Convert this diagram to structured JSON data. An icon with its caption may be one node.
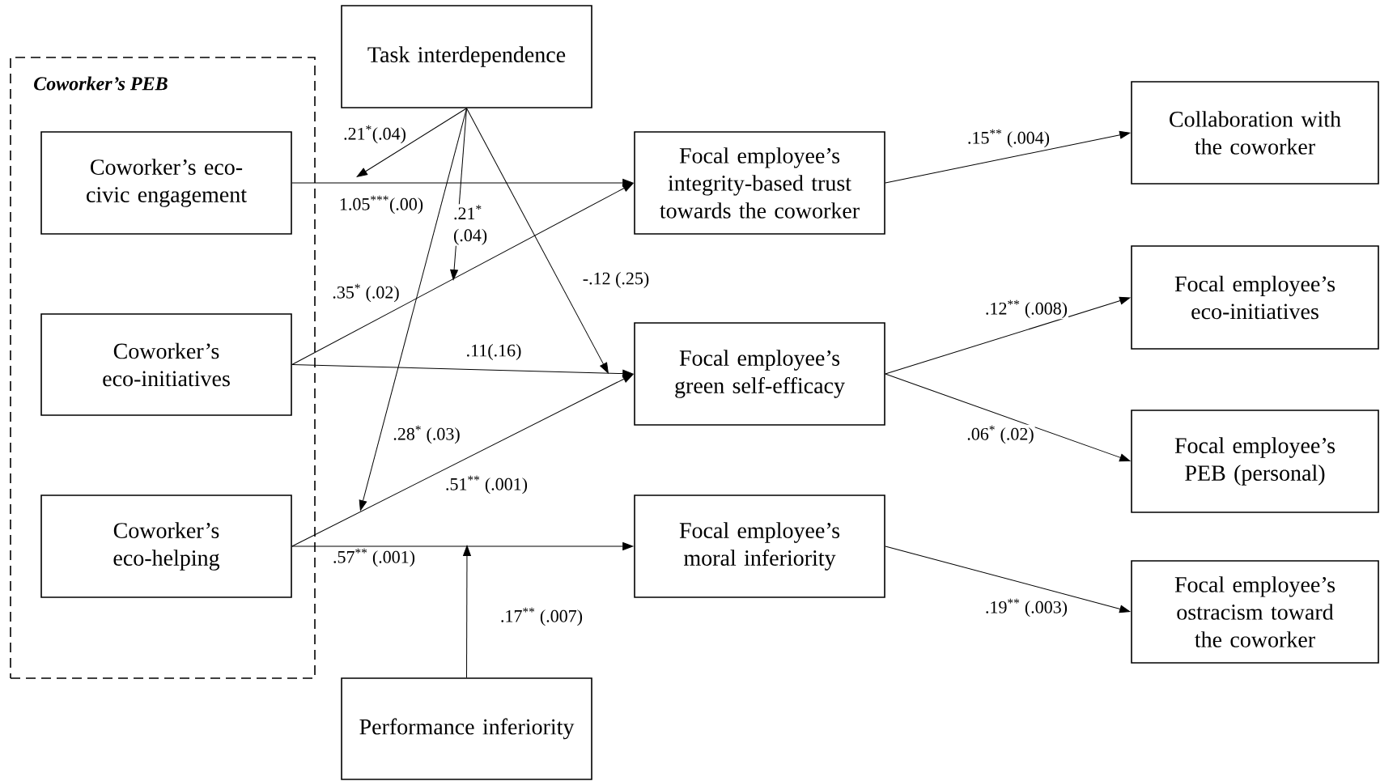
{
  "diagram": {
    "nodes": [
      {
        "text": [
          "Coworker’s PEB"
        ]
      },
      {
        "text": [
          "Task interdependence"
        ]
      },
      {
        "text": [
          "Coworker’s eco-civic engagement"
        ],
        "in": 0
      },
      {
        "text": [
          "Coworker’s eco-initiatives"
        ],
        "in": 0
      },
      {
        "text": [
          "Coworker’s eco-helping"
        ],
        "in": 0
      },
      {
        "text": [
          "Focal employee’s integrity-based trust towards the coworker"
        ]
      },
      {
        "text": [
          "Focal employee’s green self-efficacy"
        ]
      },
      {
        "text": [
          "Focal employee’s moral inferiority"
        ]
      },
      {
        "text": [
          "Performance inferiority"
        ]
      },
      {
        "text": [
          "Collaboration with the coworker"
        ]
      },
      {
        "text": [
          "Focal employee’s eco-initiatives"
        ]
      },
      {
        "text": [
          "Focal employee’s PEB (personal)"
        ]
      },
      {
        "text": [
          "Focal employee’s ostracism toward the coworker"
        ]
      }
    ],
    "edges": [
      {
        "from": 2,
        "to": 5,
        "arrow": "to",
        "label": "1.05$^{***}$(.00)"
      },
      {
        "from": 3,
        "to": 5,
        "arrow": "to",
        "label": ".35$^{*}$ (.02)"
      },
      {
        "from": 3,
        "to": 6,
        "arrow": "to",
        "label": ".11(.16)"
      },
      {
        "from": 4,
        "to": 6,
        "arrow": "to",
        "label": ".51$^{**}$ (.001)"
      },
      {
        "from": 4,
        "to": 7,
        "arrow": "to",
        "label": ".57$^{**}$ (.001)"
      },
      {
        "from": 5,
        "to": 9,
        "arrow": "to",
        "label": ".15$^{**}$ (.004)"
      },
      {
        "from": 6,
        "to": 10,
        "arrow": "to",
        "label": ".12$^{**}$ (.008)"
      },
      {
        "from": 6,
        "to": 11,
        "arrow": "to",
        "label": ".06$^{*}$ (.02)"
      },
      {
        "from": 7,
        "to": 12,
        "arrow": "to",
        "label": ".19$^{**}$ (.003)"
      },
      {
        "from": 1,
        "to": null,
        "arrow": "to",
        "label": ".21$^{*}$(.04)"
      },
      {
        "from": 1,
        "to": null,
        "arrow": "to",
        "label": ".21$^{*}$ (.04)"
      },
      {
        "from": 1,
        "to": null,
        "arrow": "to",
        "label": "-.12 (.25)"
      },
      {
        "from": 1,
        "to": null,
        "arrow": "to",
        "label": ".28$^{*}$ (.03)"
      },
      {
        "from": 8,
        "to": null,
        "arrow": "to",
        "label": ".17$^{**}$ (.007)"
      }
    ]
  }
}
